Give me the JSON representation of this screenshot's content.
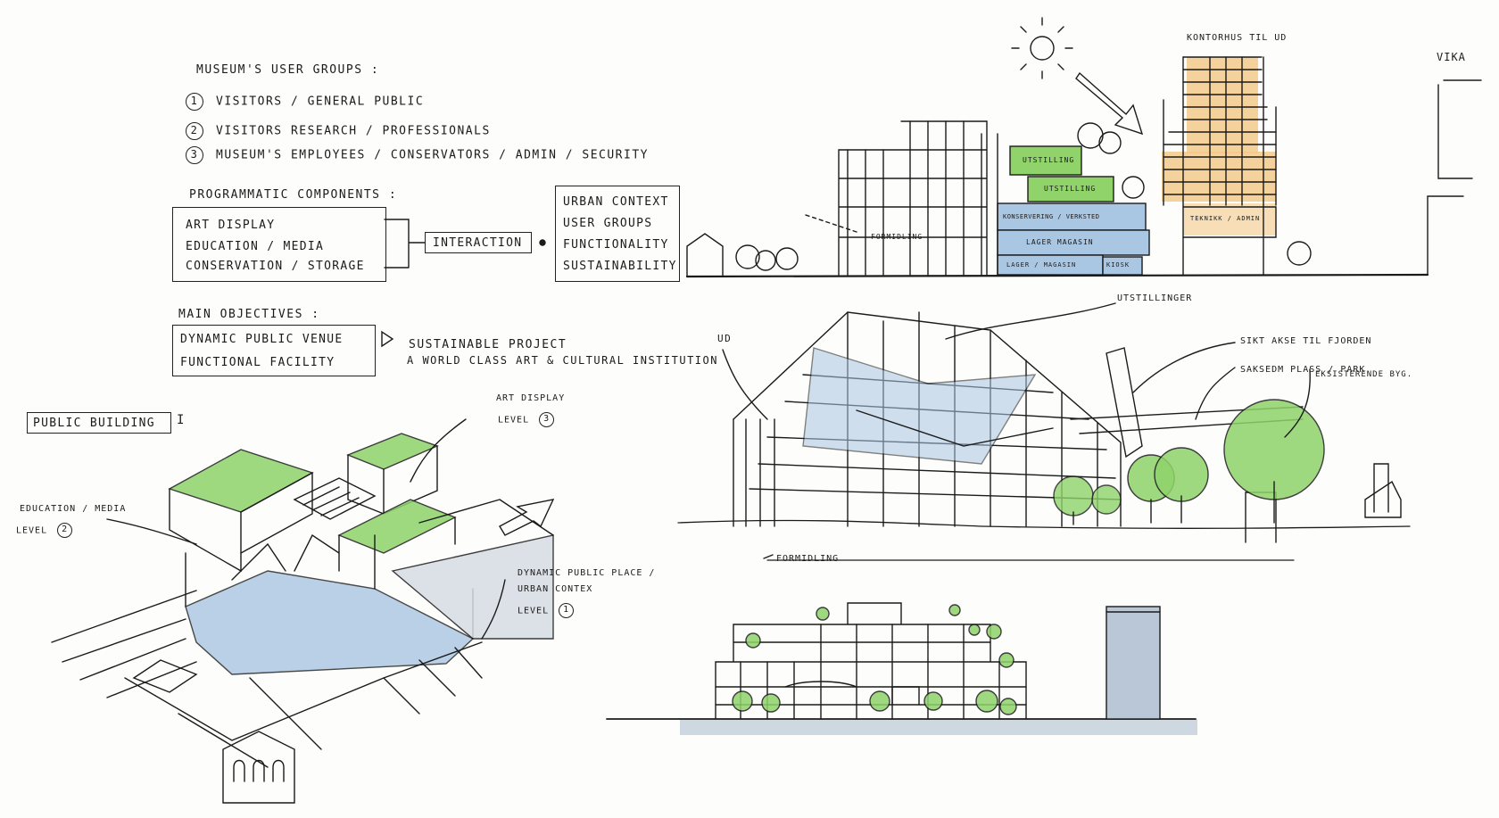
{
  "user_groups": {
    "title": "MUSEUM'S USER GROUPS :",
    "items": [
      {
        "num": "1",
        "text": "VISITORS / GENERAL PUBLIC"
      },
      {
        "num": "2",
        "text": "VISITORS RESEARCH / PROFESSIONALS"
      },
      {
        "num": "3",
        "text": "MUSEUM'S EMPLOYEES / CONSERVATORS / ADMIN / SECURITY"
      }
    ]
  },
  "programmatic": {
    "title": "PROGRAMMATIC COMPONENTS :",
    "items": [
      "ART DISPLAY",
      "EDUCATION / MEDIA",
      "CONSERVATION / STORAGE"
    ]
  },
  "interaction_label": "INTERACTION",
  "context_items": [
    "URBAN CONTEXT",
    "USER GROUPS",
    "FUNCTIONALITY",
    "SUSTAINABILITY"
  ],
  "objectives": {
    "title": "MAIN OBJECTIVES :",
    "items": [
      "DYNAMIC PUBLIC VENUE",
      "FUNCTIONAL FACILITY"
    ],
    "results": [
      "SUSTAINABLE PROJECT",
      "A WORLD CLASS ART & CULTURAL INSTITUTION"
    ],
    "ud": "UD"
  },
  "section_labels": {
    "kontorhus": "KONTORHUS TIL UD",
    "vika": "VIKA",
    "utstilling_1": "UTSTILLING",
    "utstilling_2": "UTSTILLING",
    "konservering": "KONSERVERING / VERKSTED",
    "lager_1": "LAGER MAGASIN",
    "lager_2": "LAGER / MAGASIN",
    "formidling": "FORMIDLING",
    "teknikk": "TEKNIKK / ADMIN",
    "kiosk": "KIOSK"
  },
  "perspective_labels": {
    "utstillinger": "UTSTILLINGER",
    "siktakse": "SIKT AKSE TIL FJORDEN",
    "saksedm": "SAKSEDM PLASS / PARK",
    "eksisterende": "EKSISTERENDE BYG.",
    "formidling": "FORMIDLING"
  },
  "axon": {
    "public_building": "PUBLIC BUILDING",
    "public_building_num": "I",
    "art_display": [
      "ART DISPLAY",
      "LEVEL"
    ],
    "art_display_level": "3",
    "education": [
      "EDUCATION / MEDIA",
      "LEVEL"
    ],
    "education_level": "2",
    "dynamic": [
      "DYNAMIC PUBLIC PLACE /",
      "URBAN CONTEX",
      "LEVEL"
    ],
    "dynamic_level": "1"
  },
  "colors": {
    "green": "#8fd36a",
    "blue": "#a9c6e3",
    "orange": "#f3c98a",
    "grey_blue": "#b9c7d6",
    "ink": "#1b1b1b"
  }
}
